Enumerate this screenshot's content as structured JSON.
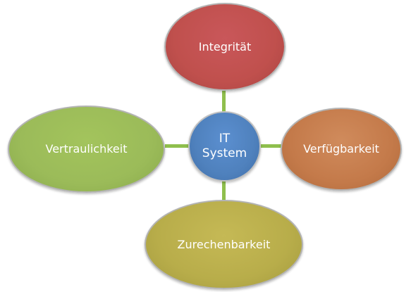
{
  "diagram": {
    "center": {
      "label": "IT System",
      "color": "#4f81bd"
    },
    "nodes": {
      "top": {
        "label": "Integrität",
        "color": "#c0504d"
      },
      "right": {
        "label": "Verfügbarkeit",
        "color": "#c47a4a"
      },
      "bottom": {
        "label": "Zurechenbarkeit",
        "color": "#b8ad4a"
      },
      "left": {
        "label": "Vertraulichkeit",
        "color": "#9bbb59"
      }
    },
    "connector_color": "#8fbf4d"
  }
}
